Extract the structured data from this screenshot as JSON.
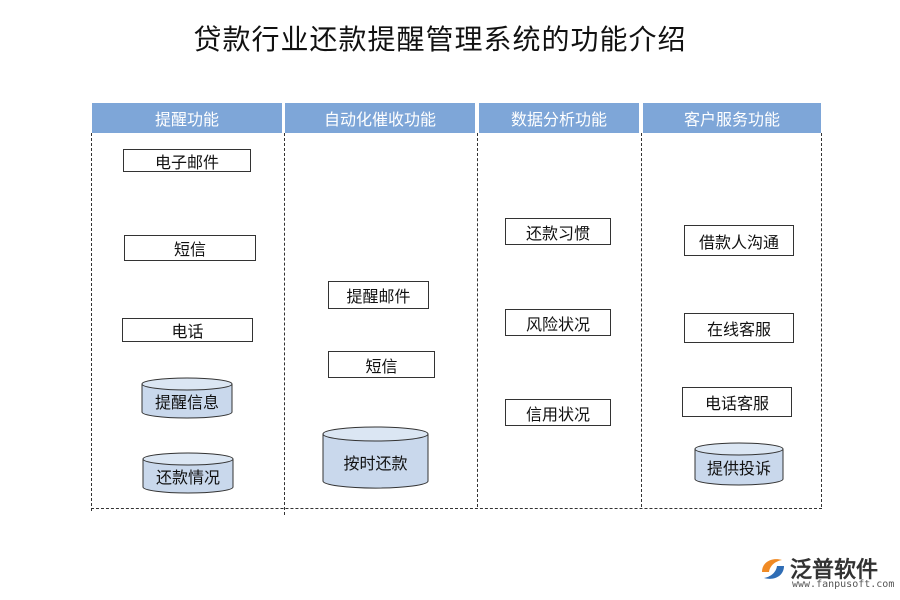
{
  "title": "贷款行业还款提醒管理系统的功能介绍",
  "columns": [
    {
      "header": "提醒功能",
      "boxes": [
        "电子邮件",
        "短信",
        "电话"
      ],
      "cylinders": [
        "提醒信息",
        "还款情况"
      ]
    },
    {
      "header": "自动化催收功能",
      "boxes": [
        "提醒邮件",
        "短信"
      ],
      "cylinders": [
        "按时还款"
      ]
    },
    {
      "header": "数据分析功能",
      "boxes": [
        "还款习惯",
        "风险状况",
        "信用状况"
      ],
      "cylinders": []
    },
    {
      "header": "客户服务功能",
      "boxes": [
        "借款人沟通",
        "在线客服",
        "电话客服"
      ],
      "cylinders": [
        "提供投诉"
      ]
    }
  ],
  "logo": {
    "brand": "泛普软件",
    "url": "www.fanpusoft.com"
  },
  "colors": {
    "header_bg": "#7ea6d8",
    "cylinder_fill": "#c9d8ec",
    "logo_orange": "#f08a24",
    "logo_blue": "#2f6db5"
  }
}
